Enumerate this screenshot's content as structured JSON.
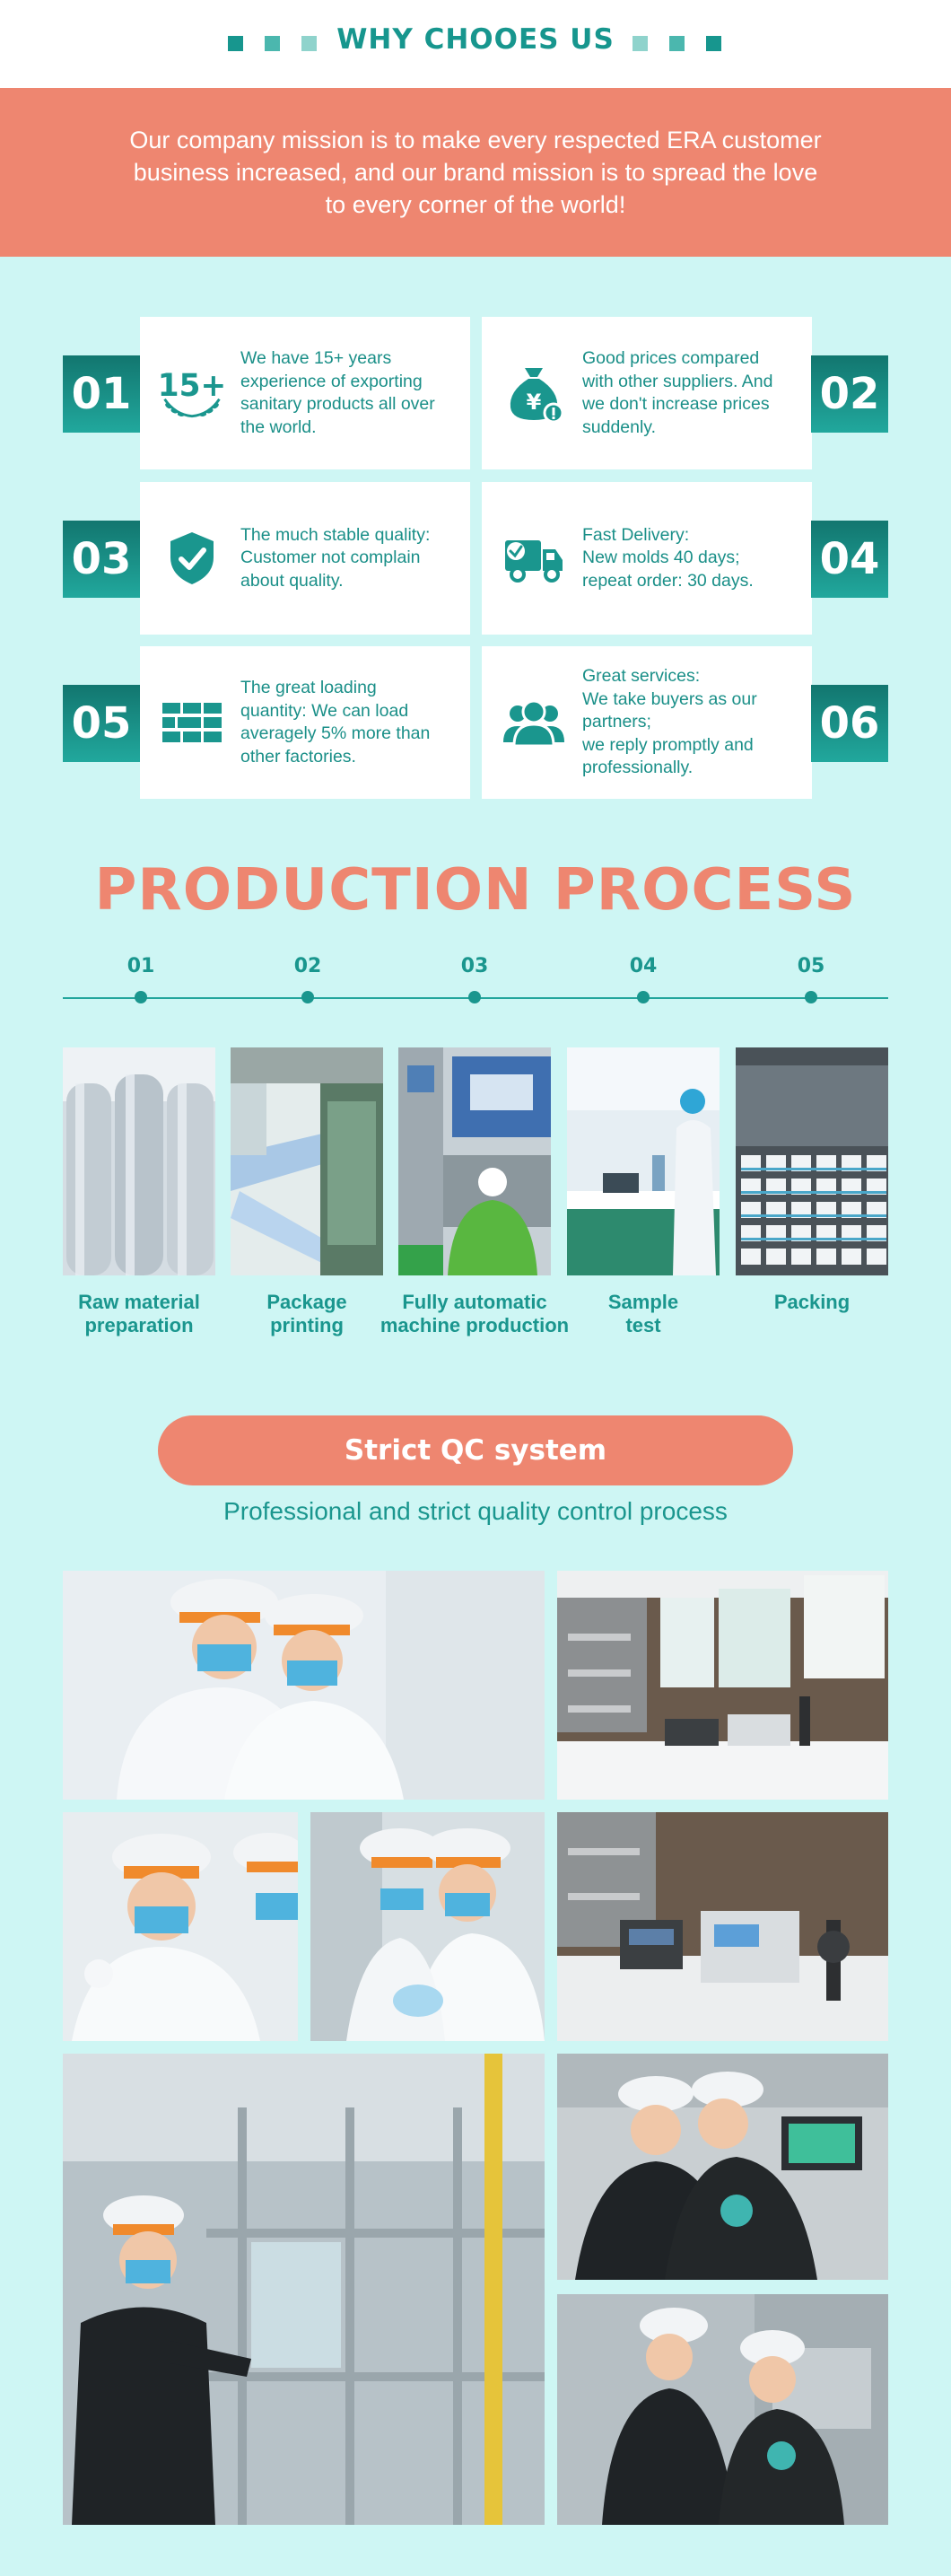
{
  "header": {
    "title": "WHY CHOOES US",
    "square_colors": [
      "#17968e",
      "#4bb7ae",
      "#8fd3cc"
    ]
  },
  "mission": {
    "text": "Our company mission is to make every respected ERA customer business increased, and our brand mission is to spread the love to every corner of the world!"
  },
  "features": [
    {
      "number": "01",
      "icon": "15-plus-laurel-icon",
      "icon_text": "15+",
      "text": "We have 15+ years\nexperience of exporting\nsanitary products all over\nthe world."
    },
    {
      "number": "02",
      "icon": "money-bag-icon",
      "text": "Good prices compared\nwith other suppliers. And\nwe don't increase prices\nsuddenly."
    },
    {
      "number": "03",
      "icon": "shield-check-icon",
      "text": "The much stable quality:\nCustomer not complain\nabout quality."
    },
    {
      "number": "04",
      "icon": "delivery-truck-icon",
      "text": "Fast Delivery:\nNew molds 40 days;\nrepeat order: 30 days."
    },
    {
      "number": "05",
      "icon": "loading-grid-icon",
      "text": "The great loading\nquantity: We can load\naveragely 5% more than\nother factories."
    },
    {
      "number": "06",
      "icon": "users-group-icon",
      "text": "Great services:\nWe take buyers as our\npartners;\nwe reply promptly and\nprofessionally."
    }
  ],
  "process": {
    "title": "PRODUCTION PROCESS",
    "steps": [
      {
        "number": "01",
        "label": "Raw material\npreparation"
      },
      {
        "number": "02",
        "label": "Package\nprinting"
      },
      {
        "number": "03",
        "label": "Fully automatic\nmachine production"
      },
      {
        "number": "04",
        "label": "Sample\ntest"
      },
      {
        "number": "05",
        "label": "Packing"
      }
    ]
  },
  "qc": {
    "button_label": "Strict QC system",
    "subtitle": "Professional and strict quality control process"
  },
  "colors": {
    "teal": "#1a968e",
    "coral": "#ee8670",
    "background": "#cef6f4"
  }
}
